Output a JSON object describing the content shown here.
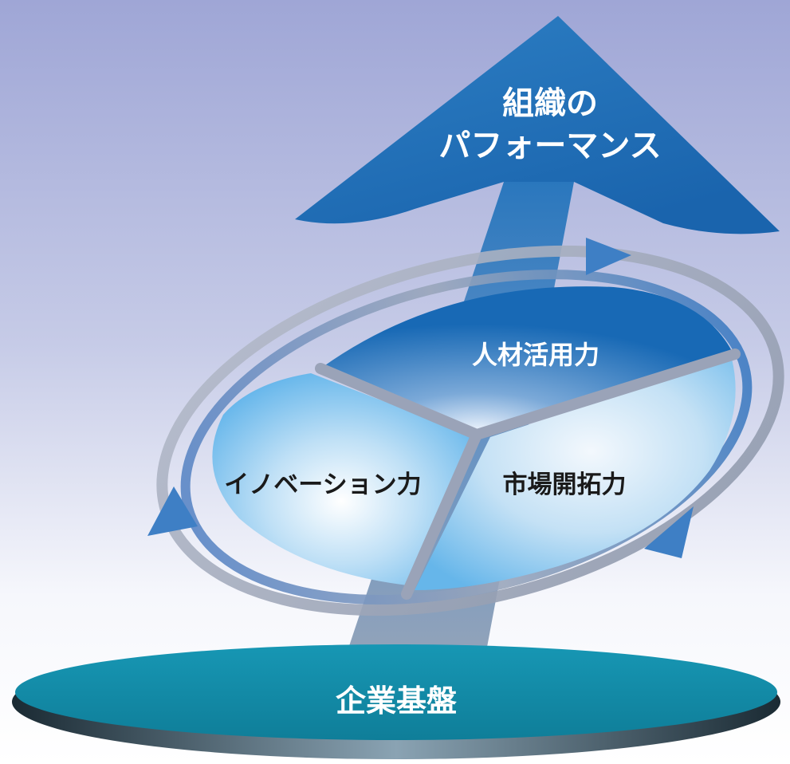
{
  "diagram": {
    "top_arrow": {
      "line1": "組織の",
      "line2": "パフォーマンス"
    },
    "segments": {
      "top": "人材活用力",
      "left": "イノベーション力",
      "right": "市場開拓力"
    },
    "base": "企業基盤"
  },
  "colors": {
    "background_top": "#9fa6d6",
    "background_bottom": "#ffffff",
    "arrow_blue": "#1f6fb8",
    "segment_top": "#1d73bf",
    "segment_light": "#7cc4ef",
    "base_teal": "#158ba6",
    "base_rim": "#2a3a44",
    "label_white": "#ffffff",
    "label_dark": "#1a1a1a"
  }
}
